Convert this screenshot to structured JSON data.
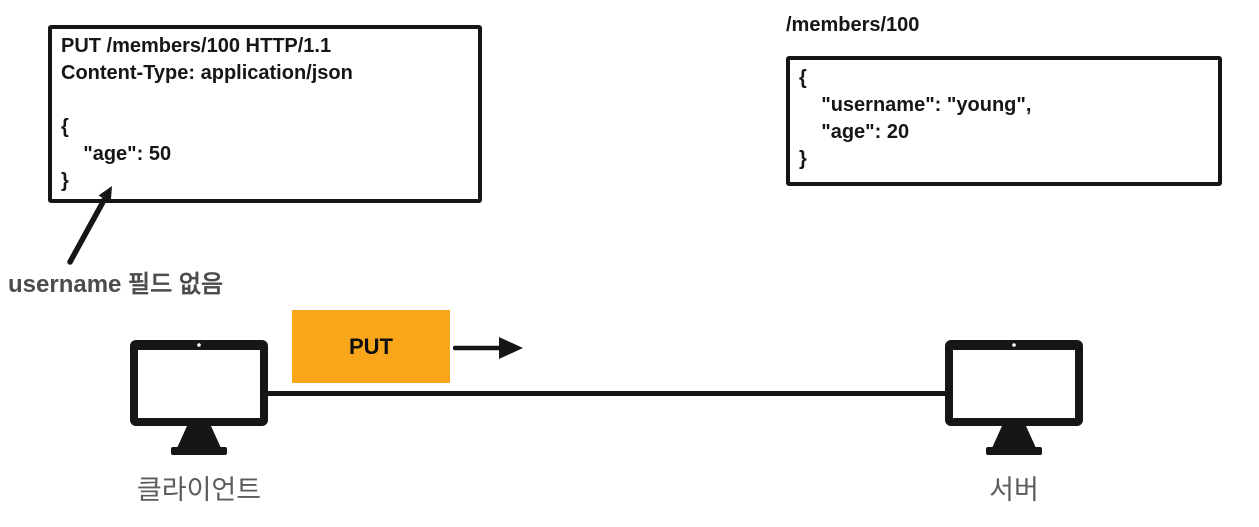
{
  "colors": {
    "ink": "#161616",
    "accent_orange": "#F9A61A",
    "annotation_gray": "#4C4C4C",
    "label_gray": "#5C5C5C"
  },
  "request": {
    "code": "PUT /members/100 HTTP/1.1\nContent-Type: application/json\n\n{\n    \"age\": 50\n}"
  },
  "annotation": {
    "text": "username 필드 없음"
  },
  "resource": {
    "path": "/members/100",
    "code": "{\n    \"username\": \"young\",\n    \"age\": 20\n}"
  },
  "message": {
    "method": "PUT"
  },
  "nodes": {
    "client": "클라이언트",
    "server": "서버"
  }
}
